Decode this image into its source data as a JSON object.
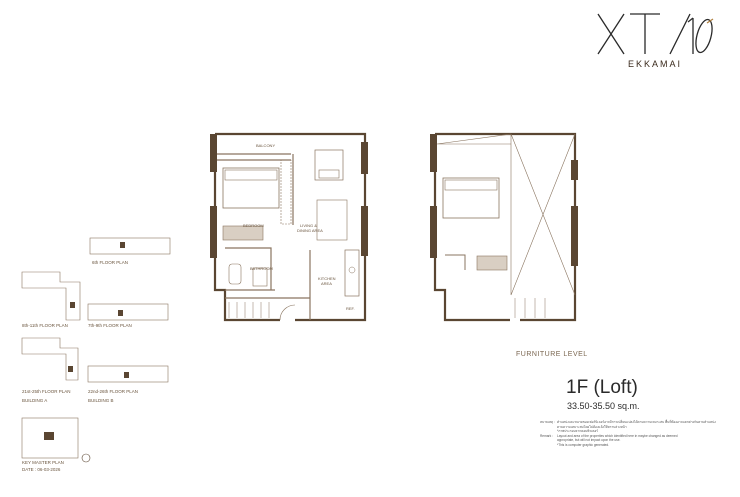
{
  "logo": {
    "mark": "XT/10",
    "sub": "EKKAMAI"
  },
  "plan": {
    "rooms": {
      "balcony": "BALCONY",
      "bedroom": "BEDROOM",
      "living": "LIVING &",
      "dining": "DINING AREA",
      "bathroom": "BATHROOM",
      "kitchen": "KITCHEN",
      "kitchen2": "AREA",
      "ref": "REF."
    },
    "furniture_level": "FURNITURE LEVEL"
  },
  "unit": {
    "type": "1F (Loft)",
    "area": "33.50-35.50 sq.m."
  },
  "remarks": [
    {
      "key": "หมายเหตุ :",
      "text": "ตำแหน่งและขนาดของเฟอร์นิเจอร์อาจมีการเปลี่ยนแปลงได้ตามความเหมาะสม พื้นที่ห้องอาจแตกต่างกันตามตำแหน่ง"
    },
    {
      "key": "",
      "text": "ตามความเหมาะสมโดยไม่ต้องแจ้งให้ทราบล่วงหน้า"
    },
    {
      "key": "",
      "text": "*ภาพประกอบจากคอมพิวเตอร์"
    },
    {
      "key": "Remark :",
      "text": "Layout and area of the properties which identified here in maybe changed as deemed"
    },
    {
      "key": "",
      "text": "appropriate, but will not impact upon the use."
    },
    {
      "key": "",
      "text": "*This is computer graphic generated."
    }
  ],
  "keyplans": {
    "labels": {
      "f6": "6th FLOOR PLAN",
      "f8_11": "8th-11th FLOOR PLAN",
      "f7_9": "7th-9th FLOOR PLAN",
      "f21_25": "21st-25th FLOOR PLAN",
      "f22_26": "22nd-26th FLOOR PLAN",
      "building_a": "BUILDING A",
      "building_b": "BUILDING B",
      "master": "KEY MASTER PLAN",
      "date": "DATE : 06-03-2026"
    }
  },
  "colors": {
    "wall_dark": "#5a4632",
    "wall_light": "#8a7560",
    "accent_room": "#d9cfc3"
  }
}
